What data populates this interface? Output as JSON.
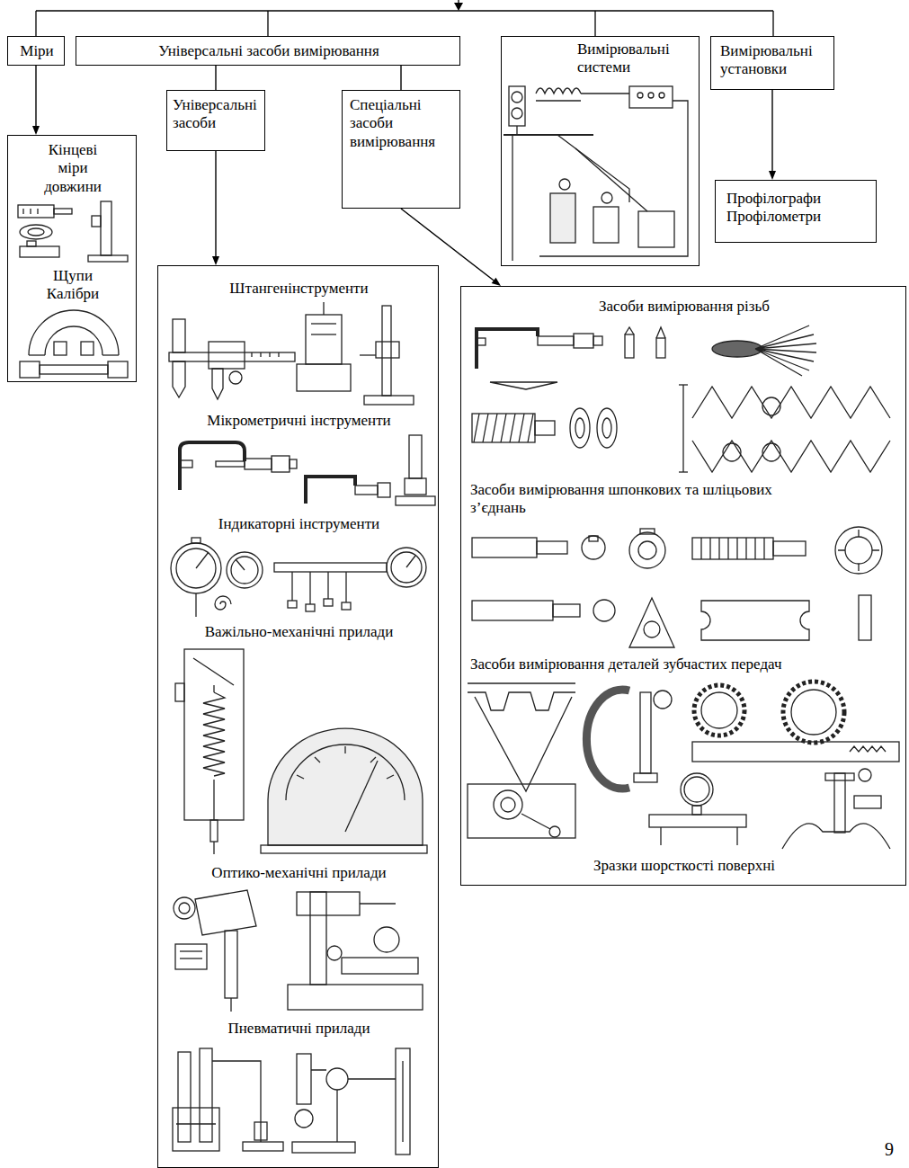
{
  "diagram": {
    "nodes": [
      {
        "text": [
          "Міри"
        ]
      },
      {
        "text": [
          "Універсальні засоби вимірювання"
        ]
      },
      {
        "text": [
          "Вимірювальні системи"
        ]
      },
      {
        "text": [
          "Вимірювальні установки"
        ]
      },
      {
        "text": [
          "Кінцеві міри довжини",
          "Щупи Калібри"
        ]
      },
      {
        "text": [
          "Універсальні засоби"
        ]
      },
      {
        "text": [
          "Спеціальні засоби вимірювання"
        ]
      },
      {
        "text": [
          "Профілографи Профілометри"
        ]
      },
      {
        "text": [
          "Штангенінструменти",
          "Мікрометричні інструменти",
          "Індикаторні інструменти",
          "Важільно-механічні прилади",
          "Оптико-механічні прилади",
          "Пневматичні прилади"
        ]
      },
      {
        "text": [
          "Засоби вимірювання різьб",
          "Засоби вимірювання шпонкових та шліцьових з’єднань",
          "Засоби вимірювання деталей зубчастих передач",
          "Зразки шорсткості поверхні"
        ]
      }
    ],
    "edges": [
      {
        "from": 0,
        "to": 4,
        "arrow": "to"
      },
      {
        "from": 1,
        "to": 5,
        "arrow": "none"
      },
      {
        "from": 1,
        "to": 6,
        "arrow": "none"
      },
      {
        "from": 5,
        "to": 8,
        "arrow": "to"
      },
      {
        "from": 6,
        "to": 9,
        "arrow": "to"
      },
      {
        "from": 3,
        "to": 7,
        "arrow": "to"
      }
    ],
    "labels": [
      "9"
    ]
  }
}
